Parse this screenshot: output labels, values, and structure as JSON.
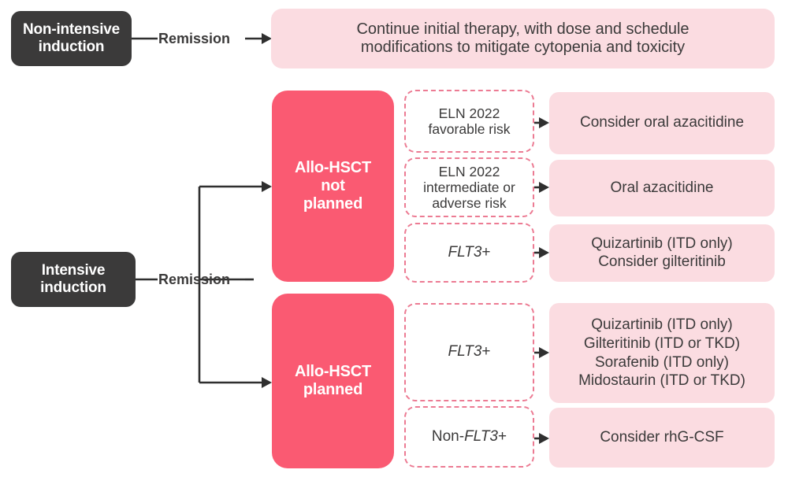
{
  "colors": {
    "dark_node": "#3B3A3A",
    "pink_node": "#FA5A72",
    "light_node": "#FBDCE1",
    "dashed_border": "#EC7B93",
    "connector": "#2F2F2F",
    "background": "#FFFFFF"
  },
  "nodes": {
    "non_intensive_induction": "Non-intensive\ninduction",
    "intensive_induction": "Intensive\ninduction",
    "allo_not_planned": "Allo-HSCT\nnot\nplanned",
    "allo_planned": "Allo-HSCT\nplanned"
  },
  "edge_labels": {
    "remission_top": "Remission",
    "remission_bottom": "Remission"
  },
  "banner": {
    "line1": "Continue initial therapy, with dose and schedule",
    "line2": "modifications to mitigate cytopenia and toxicity"
  },
  "branches": {
    "allo_not_planned": [
      {
        "criteria_lines": [
          "ELN 2022",
          "favorable risk"
        ],
        "criteria_italic": false,
        "outcome_lines": [
          "Consider oral azacitidine"
        ]
      },
      {
        "criteria_lines": [
          "ELN 2022",
          "intermediate or",
          "adverse risk"
        ],
        "criteria_italic": false,
        "outcome_lines": [
          "Oral azacitidine"
        ]
      },
      {
        "criteria_prefix": "",
        "criteria_italic_text": "FLT3",
        "criteria_suffix": "+",
        "criteria_italic": true,
        "outcome_lines": [
          "Quizartinib (ITD only)",
          "Consider gilteritinib"
        ]
      }
    ],
    "allo_planned": [
      {
        "criteria_prefix": "",
        "criteria_italic_text": "FLT3",
        "criteria_suffix": "+",
        "criteria_italic": true,
        "outcome_lines": [
          "Quizartinib (ITD only)",
          "Gilteritinib (ITD or TKD)",
          "Sorafenib (ITD only)",
          "Midostaurin (ITD or TKD)"
        ]
      },
      {
        "criteria_prefix": "Non-",
        "criteria_italic_text": "FLT3",
        "criteria_suffix": "+",
        "criteria_italic": true,
        "outcome_lines": [
          "Consider rhG-CSF"
        ]
      }
    ]
  },
  "criteria_text": {
    "eln_favorable_l1": "ELN 2022",
    "eln_favorable_l2": "favorable risk",
    "eln_intermediate_l1": "ELN 2022",
    "eln_intermediate_l2": "intermediate or",
    "eln_intermediate_l3": "adverse risk",
    "flt3_plus": "FLT3+",
    "non_flt3_plus": "Non-FLT3+",
    "flt3_gene": "FLT3",
    "plus_sign": "+",
    "non_prefix": "Non-"
  },
  "outcomes": {
    "consider_oral_azacitidine": "Consider oral azacitidine",
    "oral_azacitidine": "Oral azacitidine",
    "quizartinib_itd_only": "Quizartinib (ITD only)",
    "consider_gilteritinib": "Consider gilteritinib",
    "gilteritinib_itd_tkd": "Gilteritinib (ITD or TKD)",
    "sorafenib_itd_only": "Sorafenib (ITD only)",
    "midostaurin_itd_tkd": "Midostaurin (ITD or TKD)",
    "consider_rhg_csf": "Consider rhG-CSF"
  }
}
